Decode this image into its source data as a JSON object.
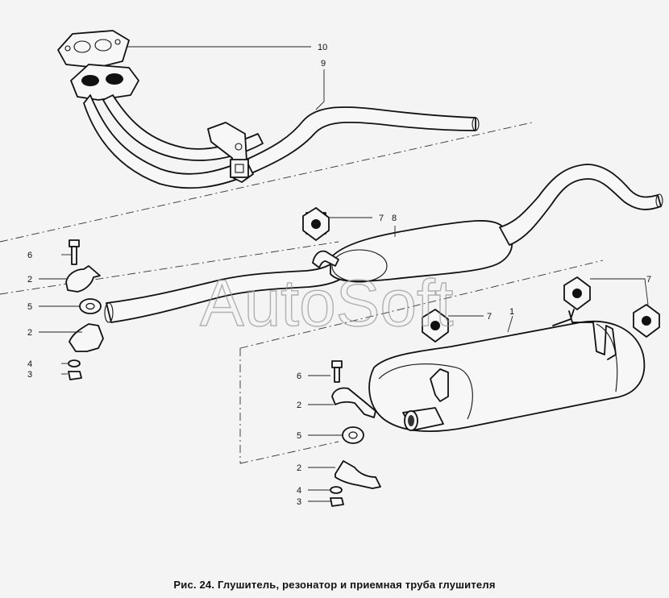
{
  "caption": "Рис. 24. Глушитель, резонатор и приемная труба глушителя",
  "watermark": "AutoSoft",
  "callouts": {
    "c10": "10",
    "c9": "9",
    "c8": "8",
    "c7a": "7",
    "c7b": "7",
    "c7c": "7",
    "c1": "1",
    "c6a": "6",
    "c2a": "2",
    "c5a": "5",
    "c2b": "2",
    "c4a": "4",
    "c3a": "3",
    "c6b": "6",
    "c2c": "2",
    "c5b": "5",
    "c2d": "2",
    "c4b": "4",
    "c3b": "3"
  }
}
